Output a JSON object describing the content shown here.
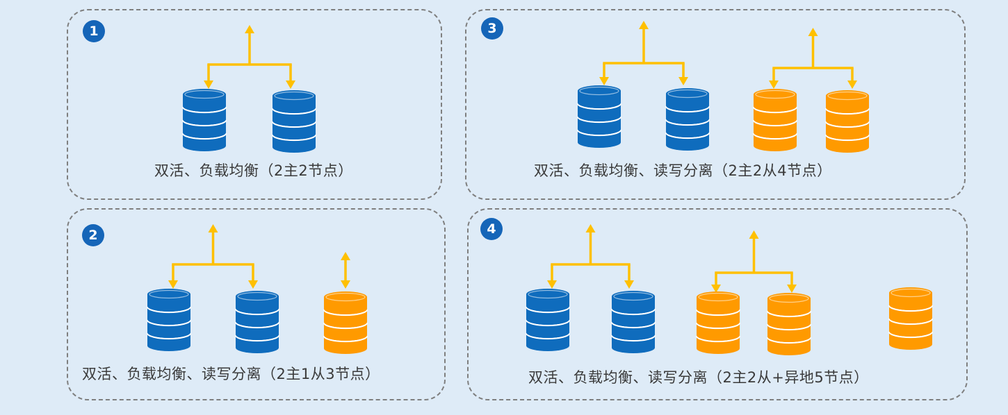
{
  "colors": {
    "background": "#deebf7",
    "border": "#7f7f7f",
    "badge": "#1565b8",
    "master_db": "#0f6cbd",
    "slave_db": "#ff9a00",
    "arrow": "#ffc000"
  },
  "panels": [
    {
      "number": "1",
      "caption": "双活、负载均衡（2主2节点）"
    },
    {
      "number": "2",
      "caption": "双活、负载均衡、读写分离（2主1从3节点）"
    },
    {
      "number": "3",
      "caption": "双活、负载均衡、读写分离（2主2从4节点）"
    },
    {
      "number": "4",
      "caption": "双活、负载均衡、读写分离（2主2从+异地5节点）"
    }
  ]
}
